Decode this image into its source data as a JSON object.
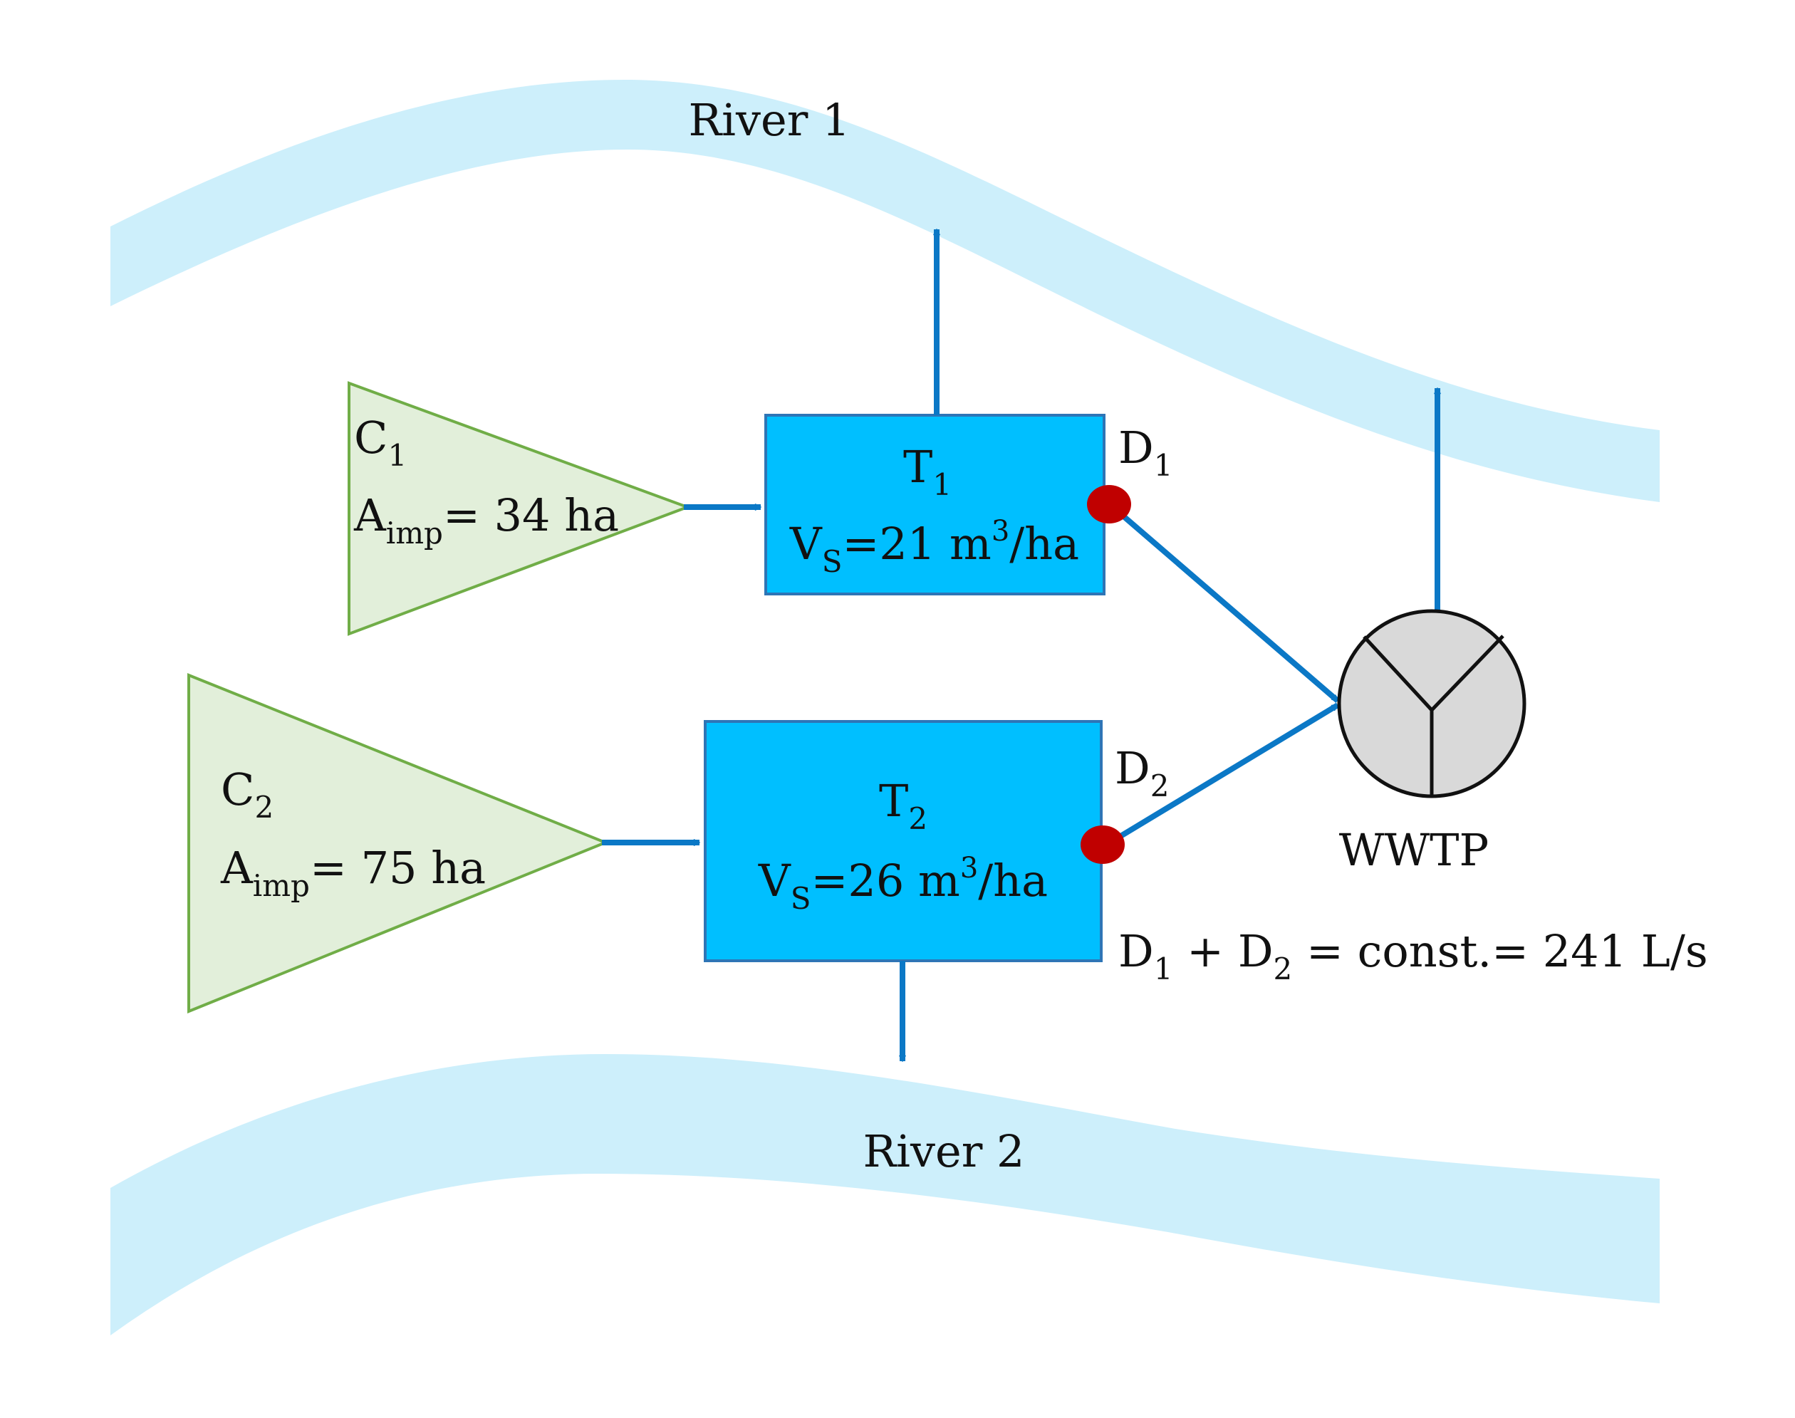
{
  "colors": {
    "river": "#cdeffb",
    "catchment_fill": "#e2efda",
    "catchment_stroke": "#70ad47",
    "tank_fill": "#00bfff",
    "tank_stroke": "#2e75b6",
    "arrow": "#0b78c6",
    "diverter": "#c00000",
    "wwtp_fill": "#d9d9d9",
    "wwtp_stroke": "#111111"
  },
  "rivers": {
    "river1": {
      "label": "River 1"
    },
    "river2": {
      "label": "River 2"
    }
  },
  "catchments": {
    "c1": {
      "name": "C",
      "name_sub": "1",
      "area_prefix": "A",
      "area_sub": "imp",
      "area_value": "= 34 ha"
    },
    "c2": {
      "name": "C",
      "name_sub": "2",
      "area_prefix": "A",
      "area_sub": "imp",
      "area_value": "= 75 ha"
    }
  },
  "tanks": {
    "t1": {
      "name": "T",
      "name_sub": "1",
      "vol_prefix": "V",
      "vol_sub": "S",
      "vol_value": "=21 m",
      "vol_sup": "3",
      "vol_unit": "/ha"
    },
    "t2": {
      "name": "T",
      "name_sub": "2",
      "vol_prefix": "V",
      "vol_sub": "S",
      "vol_value": "=26 m",
      "vol_sup": "3",
      "vol_unit": "/ha"
    }
  },
  "diverters": {
    "d1": {
      "name": "D",
      "name_sub": "1"
    },
    "d2": {
      "name": "D",
      "name_sub": "2"
    }
  },
  "wwtp": {
    "label": "WWTP"
  },
  "constraint": {
    "d1": "D",
    "d1_sub": "1",
    "plus": " + ",
    "d2": "D",
    "d2_sub": "2",
    "rest": " = const.= 241 L/s"
  }
}
